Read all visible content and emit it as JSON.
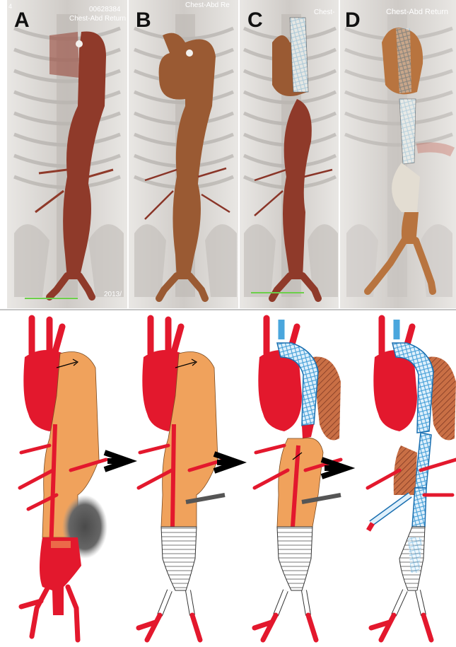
{
  "panels": [
    {
      "letter": "A",
      "header": [
        "00628384",
        "Chest-Abd Return"
      ],
      "footer": "2013/"
    },
    {
      "letter": "B",
      "header": [
        "Chest-Abd Re"
      ],
      "footer": ""
    },
    {
      "letter": "C",
      "header": [
        "Chest-"
      ],
      "footer": ""
    },
    {
      "letter": "D",
      "header": [
        "Chest-Abd Return"
      ],
      "footer": ""
    }
  ],
  "corner_marks": {
    "top_left": "4",
    "a": "°"
  },
  "colors": {
    "ct_vessel": "#8f3a2a",
    "ct_vessel_light": "#b8743f",
    "ct_background": "#d9d6d2",
    "artery_red": "#e3182d",
    "false_lumen_orange": "#f0a25c",
    "thrombosed_hatch": "#b15a3c",
    "stent_blue": "#4aa6dd",
    "graft_white": "#ffffff",
    "arrow_black": "#000000"
  },
  "stages": [
    "preoperative",
    "open-abdominal-graft",
    "arch-stent-graft",
    "distal-stent-graft"
  ],
  "arrows": [
    {
      "from": 1,
      "to": 2
    },
    {
      "from": 2,
      "to": 3
    },
    {
      "from": 3,
      "to": 4
    }
  ]
}
